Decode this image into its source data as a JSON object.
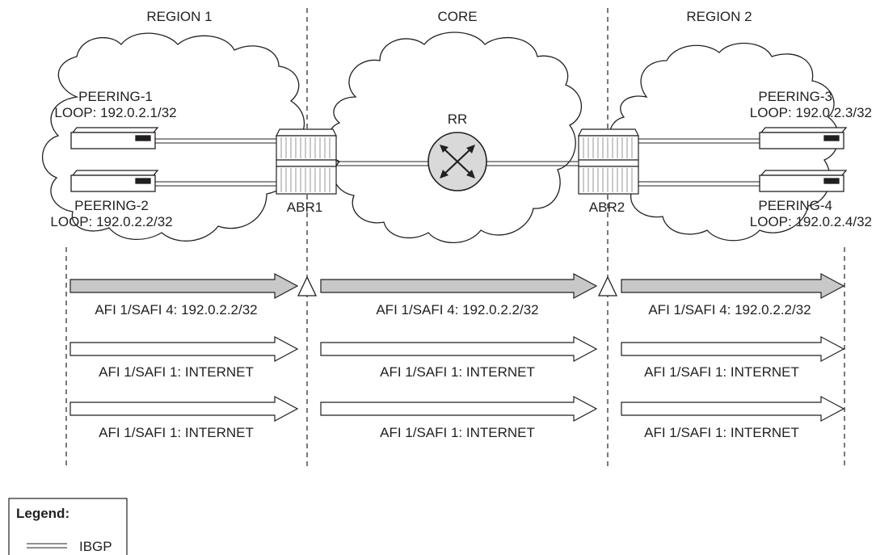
{
  "regions": {
    "left": "REGION 1",
    "core": "CORE",
    "right": "REGION 2"
  },
  "nodes": {
    "peering1": {
      "name": "PEERING-1",
      "loop": "LOOP: 192.0.2.1/32"
    },
    "peering2": {
      "name": "PEERING-2",
      "loop": "LOOP: 192.0.2.2/32"
    },
    "peering3": {
      "name": "PEERING-3",
      "loop": "LOOP: 192.0.2.3/32"
    },
    "peering4": {
      "name": "PEERING-4",
      "loop": "LOOP: 192.0.2.4/32"
    },
    "abr1": "ABR1",
    "abr2": "ABR2",
    "rr": "RR"
  },
  "arrow_rows": [
    {
      "shaded": true,
      "labels": [
        "AFI 1/SAFI 4: 192.0.2.2/32",
        "AFI 1/SAFI 4: 192.0.2.2/32",
        "AFI 1/SAFI 4: 192.0.2.2/32"
      ]
    },
    {
      "shaded": false,
      "labels": [
        "AFI 1/SAFI 1: INTERNET",
        "AFI 1/SAFI 1: INTERNET",
        "AFI 1/SAFI 1: INTERNET"
      ]
    },
    {
      "shaded": false,
      "labels": [
        "AFI 1/SAFI 1: INTERNET",
        "AFI 1/SAFI 1: INTERNET",
        "AFI 1/SAFI 1: INTERNET"
      ]
    }
  ],
  "legend": {
    "title": "Legend:",
    "ibgp": "IBGP"
  },
  "colors": {
    "line": "#231f20",
    "cloud_fill": "#ffffff",
    "shaded_arrow": "#c8c8c8",
    "rr_fill": "#d9d9d9",
    "router_stripes": "#7a7a7a"
  }
}
